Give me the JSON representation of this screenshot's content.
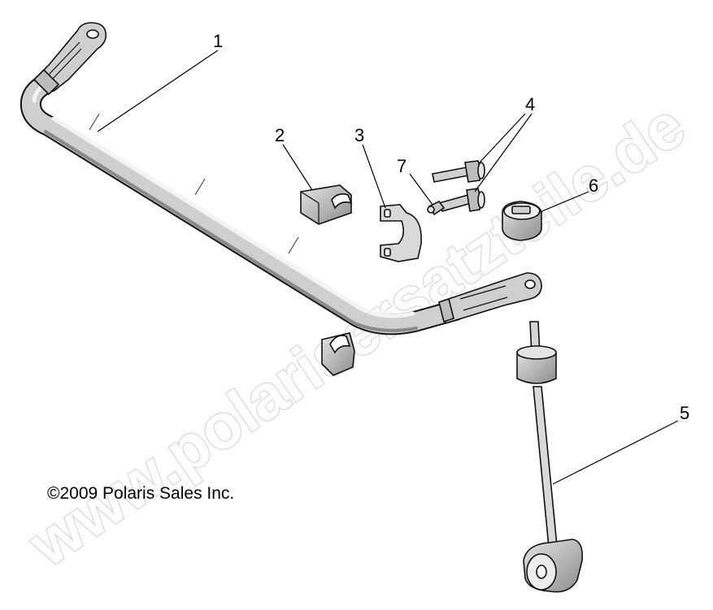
{
  "callouts": {
    "c1": "1",
    "c2": "2",
    "c3": "3",
    "c4": "4",
    "c5": "5",
    "c6": "6",
    "c7": "7"
  },
  "copyright": "©2009 Polaris Sales Inc.",
  "watermark": "www.polarisersatzteile.de",
  "colors": {
    "part_fill": "#d9d9d9",
    "part_shadow": "#9a9a9a",
    "line": "#000000",
    "watermark_stroke": "#d8d8d8"
  }
}
